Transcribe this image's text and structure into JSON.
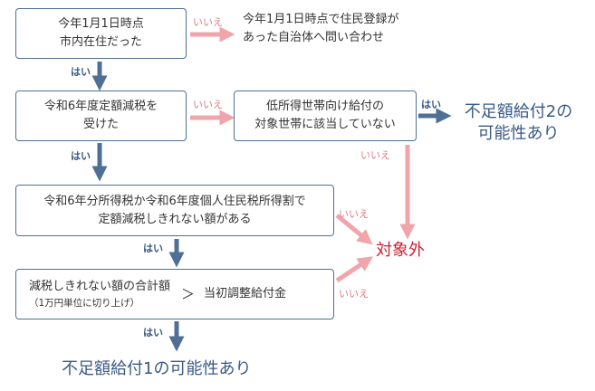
{
  "boxes": {
    "q1": {
      "line1": "今年1月1日時点",
      "line2": "市内在住だった"
    },
    "q2": {
      "line1": "令和6年度定額減税を",
      "line2": "受けた"
    },
    "q3": {
      "line1": "低所得世帯向け給付の",
      "line2": "対象世帯に該当していない"
    },
    "q4": {
      "line1": "令和6年分所得税か令和6年度個人住民税所得割で",
      "line2": "定額減税しきれない額がある"
    },
    "q5": {
      "line1": "減税しきれない額の合計額",
      "line2": "（1万円単位に切り上げ）",
      "operator": "＞",
      "compare": "当初調整給付金"
    }
  },
  "notes": {
    "q1_no": {
      "line1": "今年1月1日時点で住民登録が",
      "line2": "あった自治体へ問い合わせ"
    }
  },
  "labels": {
    "yes": "はい",
    "no": "いいえ"
  },
  "results": {
    "outcome2": {
      "line1": "不足額給付2の",
      "line2": "可能性あり"
    },
    "excluded": "対象外",
    "outcome1": "不足額給付1の可能性あり"
  },
  "colors": {
    "box_border": "#4f6f95",
    "yes_arrow": "#4f6f95",
    "no_arrow": "#f0a5aa",
    "result_blue": "#3a5a86",
    "result_red": "#cc2233"
  }
}
